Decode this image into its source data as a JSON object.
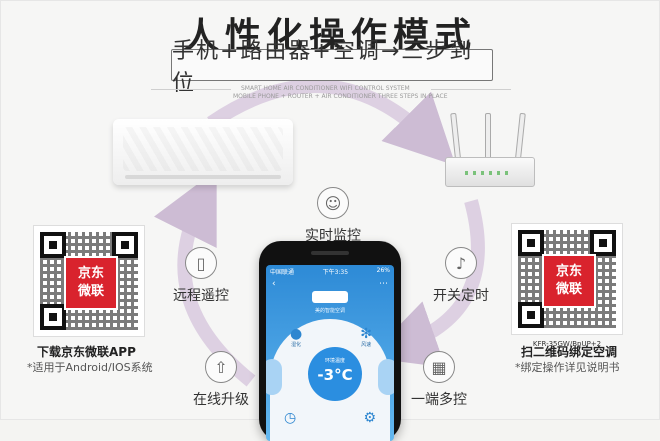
{
  "title": "人性化操作模式",
  "subtitle": "手机+路由器+空调→三步到位",
  "fine_print": {
    "line1": "SMART HOME AIR CONDITIONER WIFI CONTROL SYSTEM",
    "line2": "MOBILE PHONE + ROUTER + AIR CONDITIONER THREE STEPS IN PLACE"
  },
  "features": {
    "monitor": {
      "label": "实时监控",
      "icon": "user-icon"
    },
    "remote": {
      "label": "远程遥控",
      "icon": "tablet-icon"
    },
    "timer": {
      "label": "开关定时",
      "icon": "bell-icon"
    },
    "upgrade": {
      "label": "在线升级",
      "icon": "upload-icon"
    },
    "multi": {
      "label": "一端多控",
      "icon": "calendar-icon"
    }
  },
  "qr_left": {
    "badge_line1": "京东",
    "badge_line2": "微联",
    "caption": "下载京东微联APP",
    "note": "*适用于Android/IOS系统"
  },
  "qr_right": {
    "badge_line1": "京东",
    "badge_line2": "微联",
    "model": "KFR-35GW/BpUP+2",
    "caption": "扫二维码绑定空调",
    "note": "*绑定操作详见说明书"
  },
  "phone": {
    "carrier": "中国联通",
    "time": "下午3:35",
    "battery": "26%",
    "back": "‹",
    "share": "⋯",
    "device_label": "美的智能空调",
    "controls": {
      "left_top": "湿化",
      "right_top": "风速",
      "dial_label": "环境温度",
      "temperature": "-3°C"
    }
  },
  "colors": {
    "arrow": "#d6c8dc",
    "accent_red": "#d9232d",
    "phone_blue": "#2b8ee0"
  }
}
